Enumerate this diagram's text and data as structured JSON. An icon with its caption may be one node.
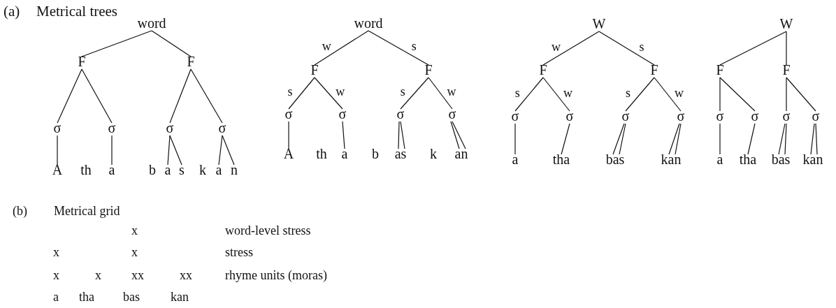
{
  "diagram": {
    "nodes": [
      {
        "text": [
          "word"
        ]
      },
      {
        "text": [
          "F"
        ]
      },
      {
        "text": [
          "F"
        ]
      },
      {
        "text": [
          "σ"
        ]
      },
      {
        "text": [
          "σ"
        ]
      },
      {
        "text": [
          "σ"
        ]
      },
      {
        "text": [
          "σ"
        ]
      },
      {
        "text": [
          "A"
        ]
      },
      {
        "text": [
          "th"
        ]
      },
      {
        "text": [
          "a"
        ]
      },
      {
        "text": [
          "b"
        ]
      },
      {
        "text": [
          "a"
        ]
      },
      {
        "text": [
          "s"
        ]
      },
      {
        "text": [
          "k"
        ]
      },
      {
        "text": [
          "a"
        ]
      },
      {
        "text": [
          "n"
        ]
      },
      {
        "text": [
          "word"
        ]
      },
      {
        "text": [
          "F"
        ]
      },
      {
        "text": [
          "F"
        ]
      },
      {
        "text": [
          "σ"
        ]
      },
      {
        "text": [
          "σ"
        ]
      },
      {
        "text": [
          "σ"
        ]
      },
      {
        "text": [
          "σ"
        ]
      },
      {
        "text": [
          "A"
        ]
      },
      {
        "text": [
          "th"
        ]
      },
      {
        "text": [
          "a"
        ]
      },
      {
        "text": [
          "b"
        ]
      },
      {
        "text": [
          "as"
        ]
      },
      {
        "text": [
          "k"
        ]
      },
      {
        "text": [
          "an"
        ]
      },
      {
        "text": [
          "W"
        ]
      },
      {
        "text": [
          "F"
        ]
      },
      {
        "text": [
          "F"
        ]
      },
      {
        "text": [
          "σ"
        ]
      },
      {
        "text": [
          "σ"
        ]
      },
      {
        "text": [
          "σ"
        ]
      },
      {
        "text": [
          "σ"
        ]
      },
      {
        "text": [
          "a"
        ]
      },
      {
        "text": [
          "tha"
        ]
      },
      {
        "text": [
          "bas"
        ]
      },
      {
        "text": [
          "kan"
        ]
      },
      {
        "text": [
          "W"
        ]
      },
      {
        "text": [
          "F"
        ]
      },
      {
        "text": [
          "F"
        ]
      },
      {
        "text": [
          "σ"
        ]
      },
      {
        "text": [
          "σ"
        ]
      },
      {
        "text": [
          "σ"
        ]
      },
      {
        "text": [
          "σ"
        ]
      },
      {
        "text": [
          "a"
        ]
      },
      {
        "text": [
          "tha"
        ]
      },
      {
        "text": [
          "bas"
        ]
      },
      {
        "text": [
          "kan"
        ]
      }
    ],
    "edges": [
      {
        "from": 0,
        "to": 1,
        "arrow": "none"
      },
      {
        "from": 0,
        "to": 2,
        "arrow": "none"
      },
      {
        "from": 1,
        "to": 3,
        "arrow": "none"
      },
      {
        "from": 1,
        "to": 4,
        "arrow": "none"
      },
      {
        "from": 2,
        "to": 5,
        "arrow": "none"
      },
      {
        "from": 2,
        "to": 6,
        "arrow": "none"
      },
      {
        "from": 3,
        "to": 7,
        "arrow": "none"
      },
      {
        "from": 4,
        "to": 9,
        "arrow": "none"
      },
      {
        "from": 5,
        "to": 11,
        "arrow": "none"
      },
      {
        "from": 5,
        "to": 12,
        "arrow": "none"
      },
      {
        "from": 6,
        "to": 14,
        "arrow": "none"
      },
      {
        "from": 6,
        "to": 15,
        "arrow": "none"
      },
      {
        "from": 16,
        "to": 17,
        "arrow": "none",
        "label": "w"
      },
      {
        "from": 16,
        "to": 18,
        "arrow": "none",
        "label": "s"
      },
      {
        "from": 17,
        "to": 19,
        "arrow": "none",
        "label": "s"
      },
      {
        "from": 17,
        "to": 20,
        "arrow": "none",
        "label": "w"
      },
      {
        "from": 18,
        "to": 21,
        "arrow": "none",
        "label": "s"
      },
      {
        "from": 18,
        "to": 22,
        "arrow": "none",
        "label": "w"
      },
      {
        "from": 19,
        "to": 23,
        "arrow": "none"
      },
      {
        "from": 20,
        "to": 25,
        "arrow": "none"
      },
      {
        "from": 21,
        "to": 27,
        "arrow": "none"
      },
      {
        "from": 21,
        "to": 27,
        "arrow": "none"
      },
      {
        "from": 22,
        "to": 29,
        "arrow": "none"
      },
      {
        "from": 22,
        "to": 29,
        "arrow": "none"
      },
      {
        "from": 30,
        "to": 31,
        "arrow": "none",
        "label": "w"
      },
      {
        "from": 30,
        "to": 32,
        "arrow": "none",
        "label": "s"
      },
      {
        "from": 31,
        "to": 33,
        "arrow": "none",
        "label": "s"
      },
      {
        "from": 31,
        "to": 34,
        "arrow": "none",
        "label": "w"
      },
      {
        "from": 32,
        "to": 35,
        "arrow": "none",
        "label": "s"
      },
      {
        "from": 32,
        "to": 36,
        "arrow": "none",
        "label": "w"
      },
      {
        "from": 33,
        "to": 37,
        "arrow": "none"
      },
      {
        "from": 34,
        "to": 38,
        "arrow": "none"
      },
      {
        "from": 35,
        "to": 39,
        "arrow": "none"
      },
      {
        "from": 35,
        "to": 39,
        "arrow": "none"
      },
      {
        "from": 36,
        "to": 40,
        "arrow": "none"
      },
      {
        "from": 36,
        "to": 40,
        "arrow": "none"
      },
      {
        "from": 41,
        "to": 42,
        "arrow": "none"
      },
      {
        "from": 41,
        "to": 43,
        "arrow": "none"
      },
      {
        "from": 42,
        "to": 44,
        "arrow": "none"
      },
      {
        "from": 42,
        "to": 45,
        "arrow": "none"
      },
      {
        "from": 43,
        "to": 46,
        "arrow": "none"
      },
      {
        "from": 43,
        "to": 47,
        "arrow": "none"
      },
      {
        "from": 44,
        "to": 48,
        "arrow": "none"
      },
      {
        "from": 45,
        "to": 49,
        "arrow": "none"
      },
      {
        "from": 46,
        "to": 50,
        "arrow": "none"
      },
      {
        "from": 46,
        "to": 50,
        "arrow": "none"
      },
      {
        "from": 47,
        "to": 51,
        "arrow": "none"
      },
      {
        "from": 47,
        "to": 51,
        "arrow": "none"
      }
    ],
    "labels": [
      "(a)",
      "Metrical trees",
      "(b)",
      "Metrical grid",
      "x",
      "word-level stress",
      "x",
      "x",
      "stress",
      "x",
      "x",
      "xx",
      "xx",
      "rhyme units (moras)",
      "a",
      "tha",
      "bas",
      "kan"
    ]
  }
}
